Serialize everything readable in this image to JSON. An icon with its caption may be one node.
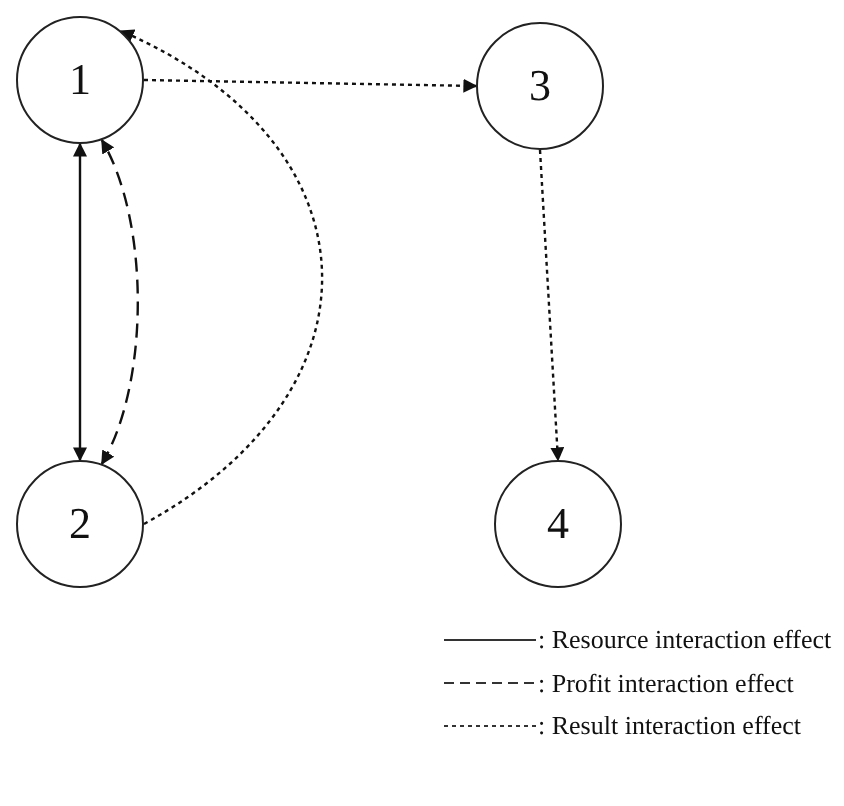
{
  "diagram": {
    "nodes": [
      {
        "text": [
          "1"
        ]
      },
      {
        "text": [
          "2"
        ]
      },
      {
        "text": [
          "3"
        ]
      },
      {
        "text": [
          "4"
        ]
      }
    ],
    "edges": [
      {
        "from": 0,
        "to": 1,
        "arrow": "both"
      },
      {
        "from": 1,
        "to": 0,
        "arrow": "both",
        "style": "dashed"
      },
      {
        "from": 1,
        "to": 0,
        "arrow": "to",
        "style": "dashed"
      },
      {
        "from": 0,
        "to": 2,
        "arrow": "to",
        "style": "dashed"
      },
      {
        "from": 2,
        "to": 3,
        "arrow": "to",
        "style": "dashed"
      }
    ],
    "legend": [
      {
        "text": ": Resource interaction effect"
      },
      {
        "text": ": Profit interaction effect"
      },
      {
        "text": ": Result interaction effect"
      }
    ]
  }
}
